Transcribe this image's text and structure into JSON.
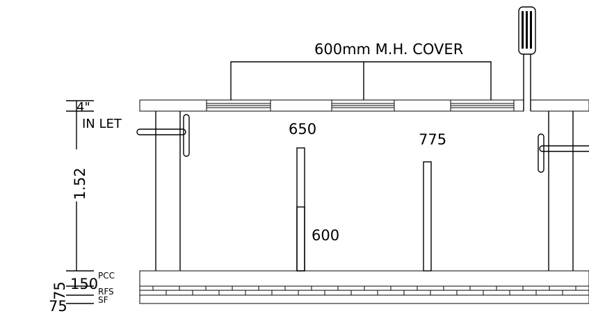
{
  "labels": {
    "cover": "600mm  M.H.  COVER",
    "slab_thickness": "4\"",
    "inlet": "IN  LET",
    "depth": "1.52",
    "height_650": "650",
    "height_775": "775",
    "height_600": "600",
    "pcc": "PCC",
    "rfs": "RFS",
    "sf": "SF",
    "dim_150": "150",
    "dim_75a": "75",
    "dim_75b": "75"
  },
  "colors": {
    "line": "#000000",
    "background": "#ffffff"
  }
}
